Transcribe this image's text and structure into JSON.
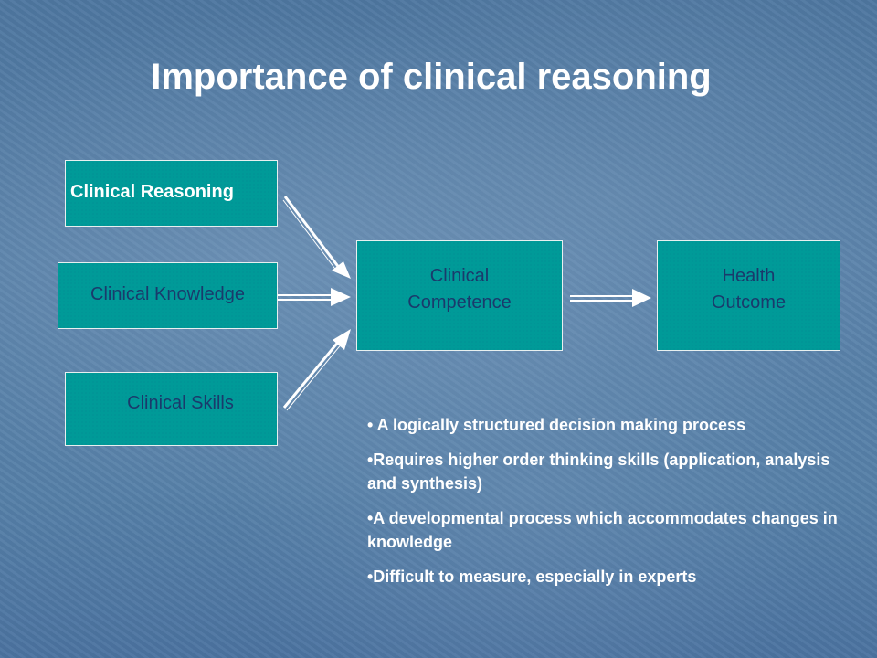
{
  "slide": {
    "title": "Importance of clinical reasoning"
  },
  "diagram": {
    "inputs": [
      {
        "label": "Clinical Reasoning"
      },
      {
        "label": "Clinical Knowledge"
      },
      {
        "label": "Clinical Skills"
      }
    ],
    "competence": {
      "line1": "Clinical",
      "line2": "Competence"
    },
    "outcome": {
      "line1": "Health",
      "line2": "Outcome"
    }
  },
  "bullets": [
    "• A logically structured decision making process",
    "•Requires higher order thinking skills (application, analysis and synthesis)",
    "•A developmental process which accommodates changes in knowledge",
    "•Difficult to measure, especially in experts"
  ],
  "colors": {
    "background": "#527aa2",
    "box_fill": "#009a98",
    "box_text": "#1a3a6c",
    "highlight_text": "#ffffff"
  }
}
